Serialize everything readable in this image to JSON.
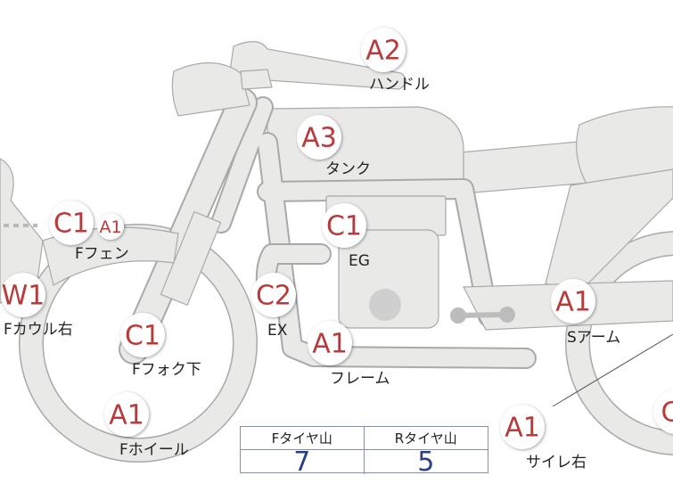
{
  "parts": [
    {
      "code": "A2",
      "name": "ハンドル"
    },
    {
      "code": "A3",
      "name": "タンク"
    },
    {
      "code": "C1",
      "name": "EG"
    },
    {
      "code": "C1",
      "name": "Fフェン"
    },
    {
      "code": "A1",
      "name": ""
    },
    {
      "code": "W1",
      "name": "Fカウル右"
    },
    {
      "code": "C2",
      "name": "EX"
    },
    {
      "code": "C1",
      "name": "Fフォク下"
    },
    {
      "code": "A1",
      "name": "フレーム"
    },
    {
      "code": "A1",
      "name": "Sアーム"
    },
    {
      "code": "A1",
      "name": "Fホイール"
    },
    {
      "code": "A1",
      "name": "サイレ右"
    },
    {
      "code": "C",
      "name": ""
    }
  ],
  "tread_table": {
    "front_label": "Fタイヤ山",
    "rear_label": "Rタイヤ山",
    "front_value": "7",
    "rear_value": "5"
  },
  "colors": {
    "part_fill": "#e9e9e7",
    "part_outline": "#a9a9a9",
    "badge_text": "#b83a3a",
    "table_value": "#2b3f86"
  }
}
